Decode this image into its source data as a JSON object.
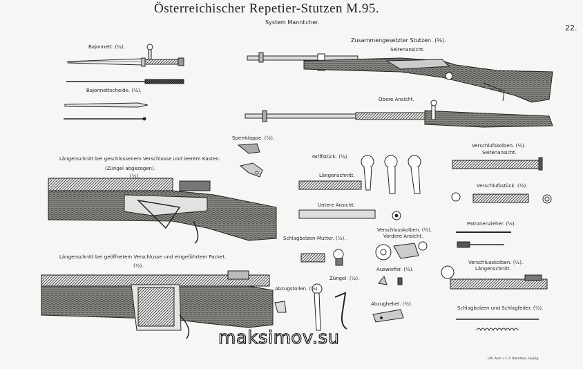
{
  "header": {
    "title": "Österreichischer Repetier-Stutzen M.95.",
    "subtitle": "System Mannlicher.",
    "page_number": "22."
  },
  "labels": {
    "bayonet": "Bajonnett. (¼).",
    "scabbard": "Bajonnettscheide. (¼).",
    "assembled": "Zusammengesetzter Stutzen. (⅛).",
    "side_view": "Seitenansicht.",
    "top_view": "Obere Ansicht.",
    "lock_spring": "Sperrklappe. (½).",
    "long_section_closed_1": "Längenschnitt bei geschlossenem Verschlusse und leerem Kasten.",
    "long_section_closed_2": "(Züngel abgezogen).",
    "long_section_closed_3": "(½).",
    "grip": "Griffstück. (½).",
    "grip_long": "Längenschnitt.",
    "grip_under": "Untere Ansicht.",
    "bolt": "Verschlufskolben. (½).",
    "bolt_side": "Seitenansicht.",
    "bolt_piece": "Verschlufsstück. (½).",
    "cartridge_extractor": "Patronenzieher. (½).",
    "bolt_front_1": "Verschlusskolben. (½).",
    "bolt_front_2": "Vordere Ansicht.",
    "striker_nut": "Schlagbolzen-Mutter. (½).",
    "long_section_open_1": "Längenschnitt bei geöffnetem Verschlusse und eingeführtem Packet.",
    "long_section_open_2": "(½).",
    "ejector": "Auswerfer. (½).",
    "bolt_long_1": "Verschlusskolben. (½).",
    "bolt_long_2": "Längenschnitt.",
    "trigger": "Züngel. (½).",
    "trigger_stop": "Abzugstollen. (½).",
    "trigger_lever": "Abzughebel. (½).",
    "striker_spring": "Schlagbolzen und Schlagfeder. (½).",
    "watermark": "maksimov.su",
    "imprint": "Lith. Anst. v. F. A. Brockhaus, Leipzig."
  }
}
